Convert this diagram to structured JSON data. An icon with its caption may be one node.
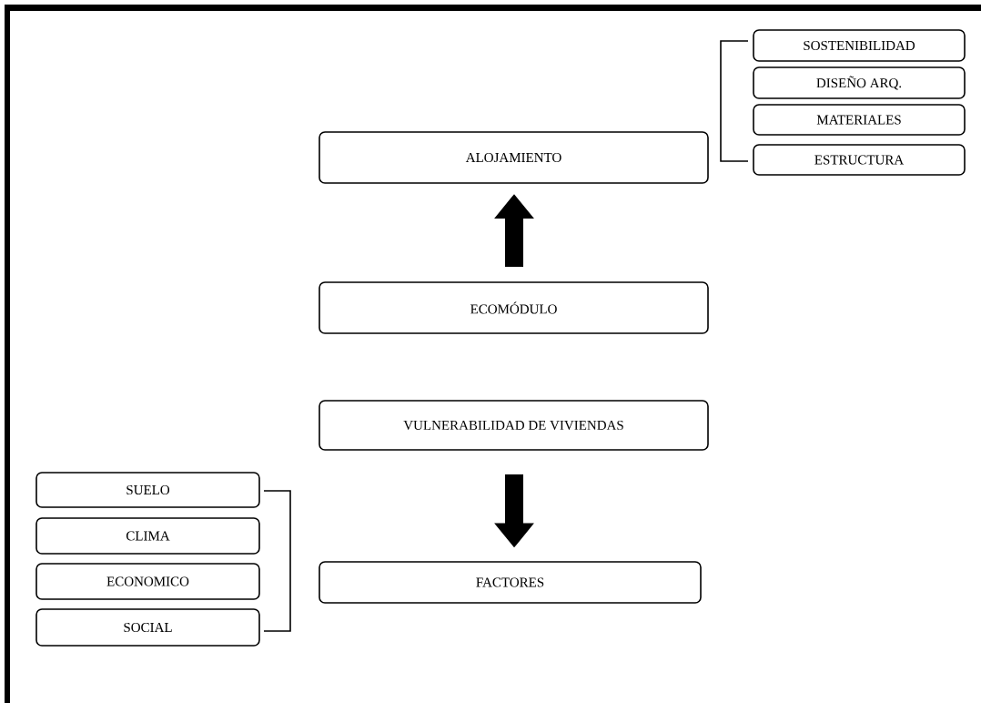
{
  "diagram": {
    "nodes": [
      {
        "text": [
          "ALOJAMIENTO"
        ]
      },
      {
        "text": [
          "SOSTENIBILIDAD"
        ]
      },
      {
        "text": [
          "DISEÑO ARQ."
        ]
      },
      {
        "text": [
          "MATERIALES"
        ]
      },
      {
        "text": [
          "ESTRUCTURA"
        ]
      },
      {
        "text": [
          "ECOMÓDULO"
        ]
      },
      {
        "text": [
          "VULNERABILIDAD DE VIVIENDAS"
        ]
      },
      {
        "text": [
          "SUELO"
        ]
      },
      {
        "text": [
          "CLIMA"
        ]
      },
      {
        "text": [
          "ECONOMICO"
        ]
      },
      {
        "text": [
          "SOCIAL"
        ]
      },
      {
        "text": [
          "FACTORES"
        ]
      }
    ],
    "edges": [
      {
        "from": 5,
        "to": 0,
        "arrow": "to"
      },
      {
        "from": 6,
        "to": 11,
        "arrow": "to"
      }
    ]
  }
}
